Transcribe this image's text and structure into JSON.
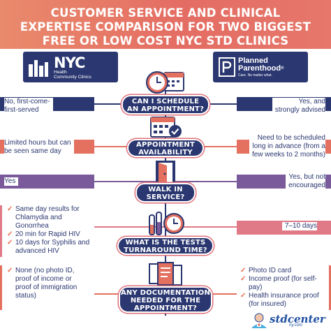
{
  "header": {
    "line1": "CUSTOMER SERVICE AND CLINICAL",
    "line2": "EXPERTISE COMPARISON FOR TWO BIGGEST",
    "line3": "FREE OR LOW COST NYC STD CLINICS"
  },
  "left_logo": {
    "big": "NYC",
    "line1": "Health",
    "line2": "Community Clinics"
  },
  "right_logo": {
    "name1": "Planned",
    "name2": "Parenthood",
    "reg": "®",
    "tagline": "Care. No matter what."
  },
  "rows": [
    {
      "question": [
        "CAN I SCHEDULE",
        "AN APPOINTMENT?"
      ],
      "left": [
        "No, first-come-",
        "first-served"
      ],
      "right": [
        "Yes, and",
        "strongly advised"
      ],
      "icon": "calendar-clock-icon"
    },
    {
      "question": [
        "APPOINTMENT",
        "AVAILABILITY"
      ],
      "left": [
        "Limited hours but can",
        "be seen same day"
      ],
      "right": [
        "Need to be scheduled",
        "long in advance (from a",
        "few weeks to 2 months)"
      ],
      "icon": "calendar-check-icon"
    },
    {
      "question": [
        "WALK IN",
        "SERVICE?"
      ],
      "left": [
        "Yes"
      ],
      "right": [
        "Yes, but not",
        "encouraged"
      ],
      "icon": "door-icon"
    },
    {
      "question": [
        "WHAT IS THE TESTS",
        "TURNAROUND TIME?"
      ],
      "left_items": [
        "Same day results for Chlamydia and Gonorrhea",
        "20 min for Rapid HIV",
        "10 days for Syphilis and advanced HIV"
      ],
      "right": [
        "7–10 days"
      ],
      "icon": "test-tube-clock-icon"
    },
    {
      "question": [
        "ANY DOCUMENTATION",
        "NEEDED FOR THE",
        "APPOINTMENT?"
      ],
      "left_items": [
        "None (no photo ID, proof of income or proof of immigration status)"
      ],
      "right_items": [
        "Photo ID card",
        "Income proof (for self-pay)",
        "Health insurance proof (for insured)"
      ],
      "icon": "documents-icon"
    }
  ],
  "brand": {
    "name": "stdcenter",
    "sub": "ny.com"
  },
  "colors": {
    "navy": "#2a3770",
    "coral": "#e4705f",
    "purple": "#7a5a9a",
    "rose": "#e07a86"
  }
}
